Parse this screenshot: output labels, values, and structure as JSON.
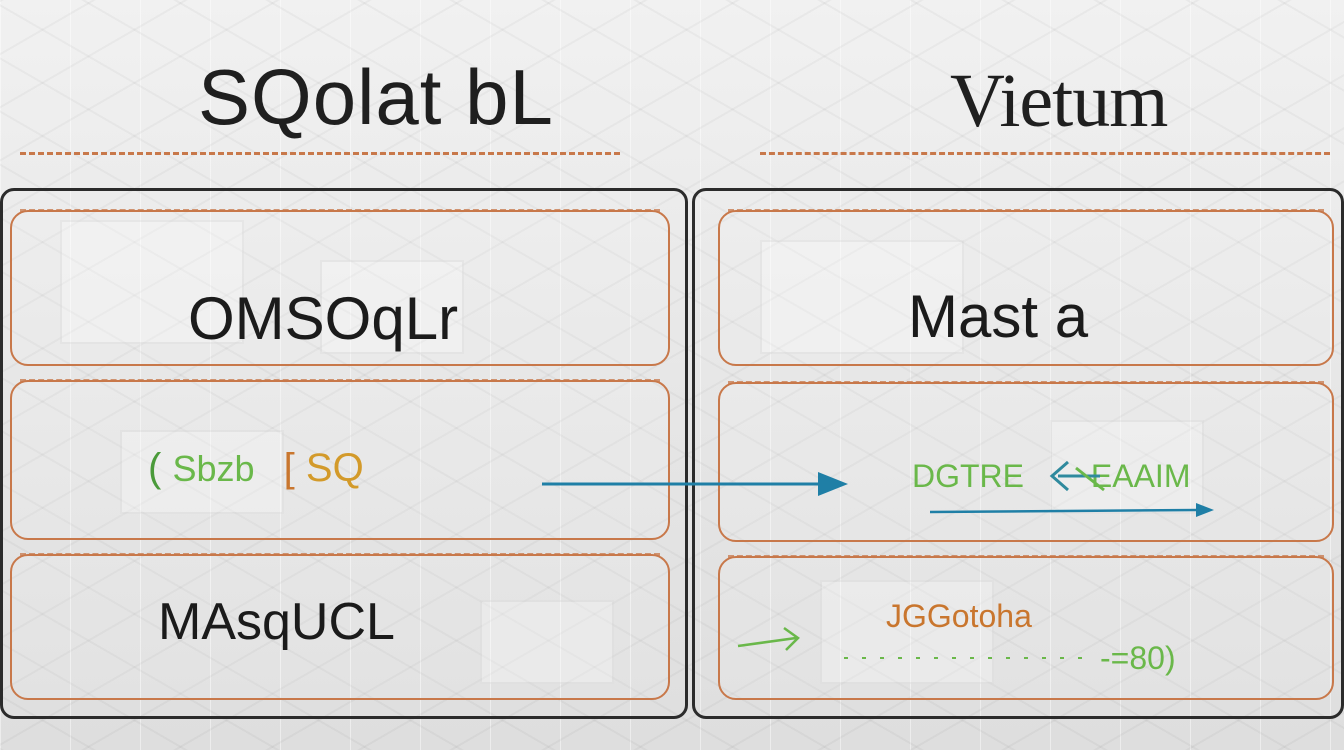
{
  "headers": {
    "left": "SQolat bL",
    "right": "Vietum"
  },
  "left_panel": {
    "box1": "OMSOqLr",
    "box2": {
      "open_paren": "(",
      "part1": "Sbzb",
      "part2": "[",
      "part3": "SQ"
    },
    "box3": "MAsqUCL"
  },
  "right_panel": {
    "box1": "Mast a",
    "box2": {
      "part1": "DGTRE",
      "part2": "EAAIM"
    },
    "box3": {
      "part1": "JGGotoha",
      "part2": "-=80)"
    }
  },
  "colors": {
    "border_dark": "#2b2b2b",
    "box_orange": "#c8784a",
    "arrow_teal": "#1f7fa6",
    "text_green": "#6ab84a",
    "text_orange": "#c9762e"
  },
  "icons": [
    "right-arrow-icon",
    "left-arrow-icon",
    "small-right-arrow-icon"
  ]
}
